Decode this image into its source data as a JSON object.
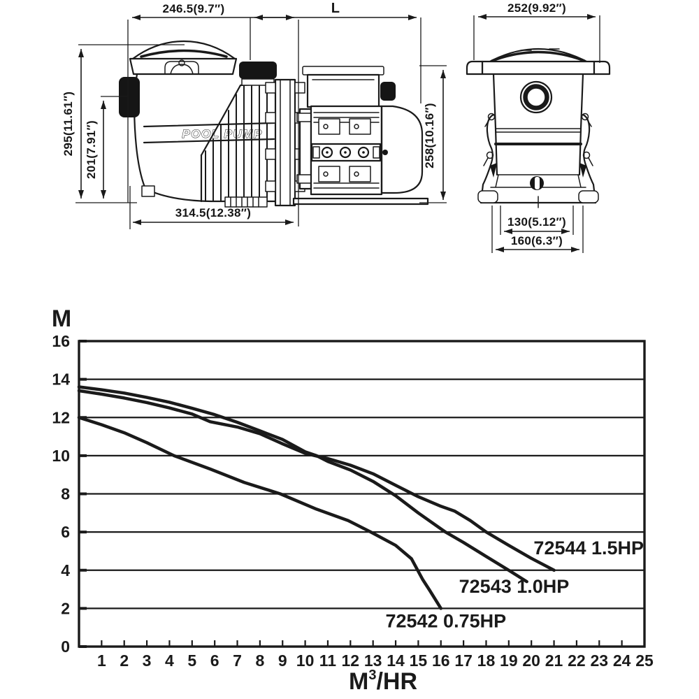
{
  "page": {
    "background": "#ffffff",
    "ink": "#1a1a1a"
  },
  "drawing": {
    "pump_label": "POOL PUMP",
    "side_view": {
      "dim_width_top": "246.5(9.7″)",
      "dim_length": "L",
      "dim_height": "295(11.61″)",
      "dim_height_inner": "201(7.91″)",
      "dim_width_bottom": "314.5(12.38″)",
      "dim_motor_height": "258(10.16″)"
    },
    "front_view": {
      "dim_width_top": "252(9.92″)",
      "dim_base_inner": "130(5.12″)",
      "dim_base_outer": "160(6.3″)"
    }
  },
  "chart_data": {
    "type": "line",
    "title": "",
    "ylabel": "M",
    "xlabel": "M3/HR",
    "xlabel_parts": {
      "base": "M",
      "sup": "3",
      "rest": "/HR"
    },
    "xlim": [
      0,
      25
    ],
    "ylim": [
      0,
      16
    ],
    "x_ticks": [
      1,
      2,
      3,
      4,
      5,
      6,
      7,
      8,
      9,
      10,
      11,
      12,
      13,
      14,
      15,
      16,
      17,
      18,
      19,
      20,
      21,
      22,
      23,
      24,
      25
    ],
    "y_ticks": [
      0,
      2,
      4,
      6,
      8,
      10,
      12,
      14,
      16
    ],
    "grid": "horizontal",
    "legend_position": "labels-on-plot",
    "series": [
      {
        "name": "72544 1.5HP",
        "label_pos": [
          20.1,
          4.83
        ],
        "points": [
          [
            0,
            13.4
          ],
          [
            1,
            13.22
          ],
          [
            2,
            13.02
          ],
          [
            3,
            12.78
          ],
          [
            4,
            12.5
          ],
          [
            5,
            12.18
          ],
          [
            5.8,
            11.78
          ],
          [
            7,
            11.5
          ],
          [
            8,
            11.15
          ],
          [
            9,
            10.62
          ],
          [
            10,
            10.12
          ],
          [
            10.5,
            9.98
          ],
          [
            11,
            9.85
          ],
          [
            12,
            9.5
          ],
          [
            13,
            9.05
          ],
          [
            14,
            8.45
          ],
          [
            15,
            7.85
          ],
          [
            16,
            7.35
          ],
          [
            16.6,
            7.1
          ],
          [
            17.3,
            6.6
          ],
          [
            18,
            6.0
          ],
          [
            19,
            5.3
          ],
          [
            20,
            4.62
          ],
          [
            21,
            4.0
          ]
        ]
      },
      {
        "name": "72543 1.0HP",
        "label_pos": [
          16.8,
          2.82
        ],
        "points": [
          [
            0,
            13.6
          ],
          [
            1,
            13.45
          ],
          [
            2,
            13.28
          ],
          [
            3,
            13.05
          ],
          [
            4,
            12.8
          ],
          [
            5,
            12.48
          ],
          [
            6,
            12.15
          ],
          [
            7,
            11.75
          ],
          [
            8,
            11.3
          ],
          [
            9,
            10.85
          ],
          [
            10,
            10.2
          ],
          [
            10.5,
            10.0
          ],
          [
            11,
            9.7
          ],
          [
            12,
            9.25
          ],
          [
            13,
            8.65
          ],
          [
            14,
            7.9
          ],
          [
            15,
            7.0
          ],
          [
            16.2,
            6.0
          ],
          [
            17,
            5.45
          ],
          [
            18,
            4.72
          ],
          [
            19,
            4.0
          ],
          [
            19.8,
            3.4
          ]
        ]
      },
      {
        "name": "72542 0.75HP",
        "label_pos": [
          13.55,
          1.0
        ],
        "points": [
          [
            0,
            12.0
          ],
          [
            1,
            11.62
          ],
          [
            2,
            11.2
          ],
          [
            3,
            10.68
          ],
          [
            4.2,
            10.0
          ],
          [
            5.8,
            9.3
          ],
          [
            7.3,
            8.6
          ],
          [
            8.9,
            8.0
          ],
          [
            10.5,
            7.2
          ],
          [
            11.9,
            6.6
          ],
          [
            12.9,
            6.0
          ],
          [
            14,
            5.3
          ],
          [
            14.7,
            4.6
          ],
          [
            15.2,
            3.5
          ],
          [
            15.5,
            2.95
          ],
          [
            16,
            2.0
          ]
        ]
      }
    ]
  }
}
